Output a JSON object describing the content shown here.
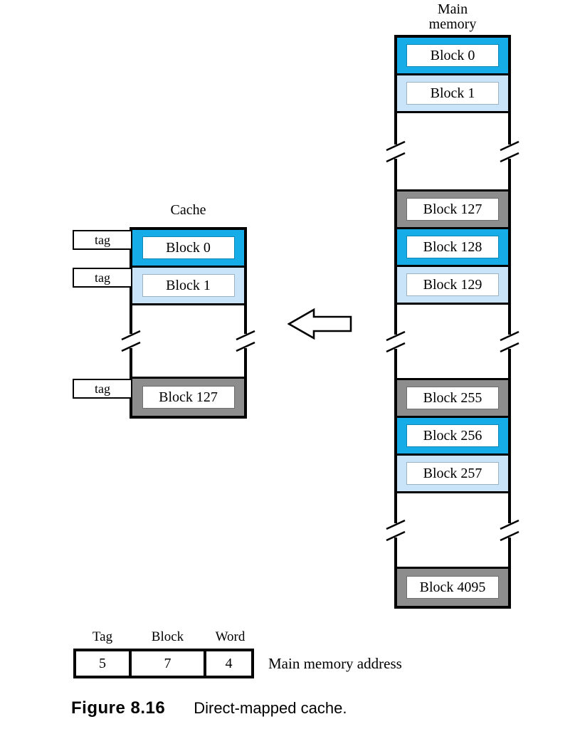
{
  "main_memory": {
    "title": "Main\nmemory",
    "blocks": [
      {
        "label": "Block 0",
        "color": "#15ACE8"
      },
      {
        "label": "Block 1",
        "color": "#C9E4F8"
      },
      {
        "label": "Block 127",
        "color": "#8D8D8D"
      },
      {
        "label": "Block 128",
        "color": "#15ACE8"
      },
      {
        "label": "Block 129",
        "color": "#C9E4F8"
      },
      {
        "label": "Block 255",
        "color": "#8D8D8D"
      },
      {
        "label": "Block 256",
        "color": "#15ACE8"
      },
      {
        "label": "Block 257",
        "color": "#C9E4F8"
      },
      {
        "label": "Block 4095",
        "color": "#8D8D8D"
      }
    ]
  },
  "cache": {
    "title": "Cache",
    "blocks": [
      {
        "tag": "tag",
        "label": "Block 0",
        "color": "#15ACE8"
      },
      {
        "tag": "tag",
        "label": "Block 1",
        "color": "#C9E4F8"
      },
      {
        "tag": "tag",
        "label": "Block 127",
        "color": "#8D8D8D"
      }
    ]
  },
  "address": {
    "fields": [
      {
        "label": "Tag",
        "value": "5"
      },
      {
        "label": "Block",
        "value": "7"
      },
      {
        "label": "Word",
        "value": "4"
      }
    ],
    "note": "Main memory address"
  },
  "figure_caption": {
    "number": "Figure 8.16",
    "text": "Direct-mapped cache."
  }
}
